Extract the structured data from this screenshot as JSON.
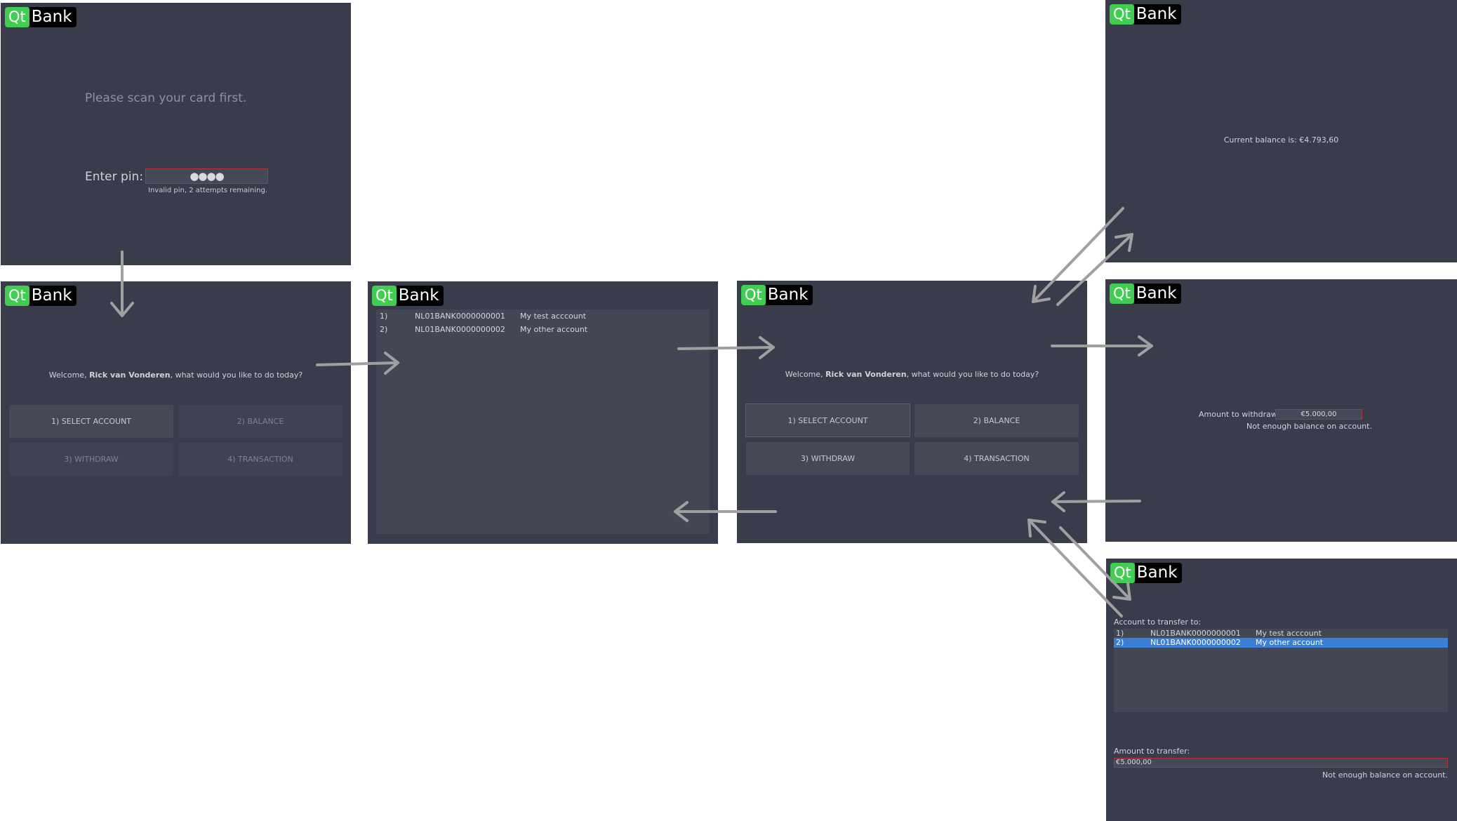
{
  "logo": {
    "qt": "Qt",
    "bank": "Bank"
  },
  "screen_pin": {
    "prompt": "Please scan your card first.",
    "pin_label": "Enter pin:",
    "pin_value": "●●●●",
    "error": "Invalid pin, 2 attempts remaining."
  },
  "screen_welcome_locked": {
    "welcome_prefix": "Welcome, ",
    "user_name": "Rick van Vonderen",
    "welcome_suffix": ", what would you like to do today?",
    "buttons": [
      "1) SELECT ACCOUNT",
      "2) BALANCE",
      "3) WITHDRAW",
      "4) TRANSACTION"
    ]
  },
  "screen_select_account": {
    "accounts": [
      {
        "index": "1)",
        "iban": "NL01BANK0000000001",
        "name": "My test acccount"
      },
      {
        "index": "2)",
        "iban": "NL01BANK0000000002",
        "name": "My other account"
      }
    ]
  },
  "screen_welcome": {
    "welcome_prefix": "Welcome, ",
    "user_name": "Rick van Vonderen",
    "welcome_suffix": ", what would you like to do today?",
    "buttons": [
      "1) SELECT ACCOUNT",
      "2) BALANCE",
      "3) WITHDRAW",
      "4) TRANSACTION"
    ]
  },
  "screen_balance": {
    "balance_text": "Current balance is: €4.793,60"
  },
  "screen_withdraw": {
    "label": "Amount to withdraw:",
    "value": "€5.000,00",
    "error": "Not enough balance on account."
  },
  "screen_transfer": {
    "account_label": "Account to transfer to:",
    "accounts": [
      {
        "index": "1)",
        "iban": "NL01BANK0000000001",
        "name": "My test acccount"
      },
      {
        "index": "2)",
        "iban": "NL01BANK0000000002",
        "name": "My other account"
      }
    ],
    "amount_label": "Amount to transfer:",
    "amount_value": "€5.000,00",
    "error": "Not enough balance on account."
  },
  "colors": {
    "screen_bg": "#393c4b",
    "qt_green": "#41cd52",
    "error_red": "#b0323a",
    "selection_blue": "#3a7fd6",
    "arrow_gray": "#a0a0a0"
  }
}
